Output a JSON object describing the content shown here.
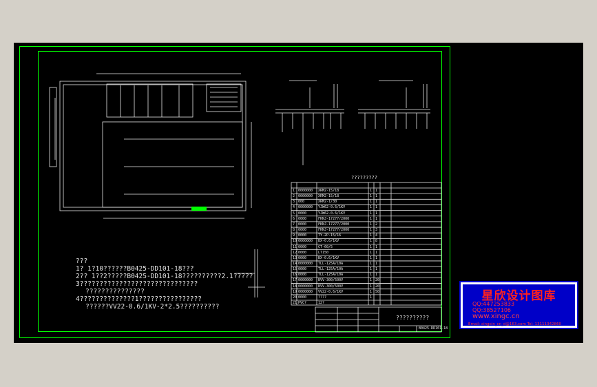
{
  "notes": {
    "heading": "???",
    "line1": "1? 1?10??????B0425-DD101-18???",
    "line2": "2?? 1??2?????B0425-DD101-18??????????2.1?????",
    "line3": "3??????????????????????????????",
    "line3b": "???????????????",
    "line4": "4??????????????1????????????????",
    "line5": "??????VV22-0.6/1KV-2*2.5??????????"
  },
  "table": {
    "caption": "?????????",
    "rows": [
      [
        "1",
        "0000000",
        "XRM2-15/18",
        "1",
        "1",
        ""
      ],
      [
        "2",
        "0000000",
        "XRM2-15/18",
        "1",
        "1",
        ""
      ],
      [
        "3",
        "000",
        "XRM2-1/30",
        "1",
        "1",
        ""
      ],
      [
        "4",
        "0000000",
        "YJW62-0.6/1KV",
        "1",
        "1",
        ""
      ],
      [
        "5",
        "0000",
        "YJW62-0.6/1KV",
        "1",
        "1",
        ""
      ],
      [
        "6",
        "0000",
        "FKNJ-17277/2000",
        "1",
        "1",
        ""
      ],
      [
        "7",
        "0000",
        "FKNJ-17277/2000",
        "1",
        "2",
        ""
      ],
      [
        "8",
        "0000",
        "FKNJ-17277/2000",
        "1",
        "3",
        ""
      ],
      [
        "9",
        "0000",
        "TY-2P-15/16",
        "1",
        "4",
        ""
      ],
      [
        "10",
        "0000000",
        "BX-0.6/1KV",
        "1",
        "8",
        ""
      ],
      [
        "11",
        "0000",
        "CT-60/5",
        "1",
        "1",
        ""
      ],
      [
        "12",
        "0000",
        "LT150",
        "1",
        "1",
        ""
      ],
      [
        "13",
        "0000",
        "BX-0.6/1KV",
        "1",
        "1",
        ""
      ],
      [
        "14",
        "0000000",
        "TLL-125A/10A",
        "1",
        "1",
        ""
      ],
      [
        "15",
        "0000",
        "TLL-125A/10A",
        "1",
        "1",
        ""
      ],
      [
        "16",
        "0000",
        "TLL-125A/10A",
        "1",
        "1",
        ""
      ],
      [
        "17",
        "0000000",
        "BVV-300/500V",
        "1",
        "20",
        ""
      ],
      [
        "18",
        "0000000",
        "BVV-300/500V",
        "1",
        "20",
        ""
      ],
      [
        "19",
        "0000000",
        "VV22-0.6/1KV",
        "1",
        "50",
        ""
      ],
      [
        "20",
        "0000",
        "????",
        "1",
        "",
        ""
      ],
      [
        "21",
        "PVC?",
        "12?",
        "",
        "",
        ""
      ]
    ]
  },
  "titleblock": {
    "project": "??????????",
    "drawing_no": "B0425-DD101-18"
  },
  "stamp": {
    "title": "星欣设计图库",
    "qq1": "QQ:447253833",
    "qq2": "QQ:38527106",
    "url": "www.xingc.cn",
    "email": "Email: xingxin_cn_d@163.com  Tel: 13111342860"
  },
  "colors": {
    "background": "#000000",
    "frame": "#00ff00",
    "lines": "#e8e8e8",
    "stamp_border": "#0000c8",
    "stamp_text": "#ff2020"
  }
}
